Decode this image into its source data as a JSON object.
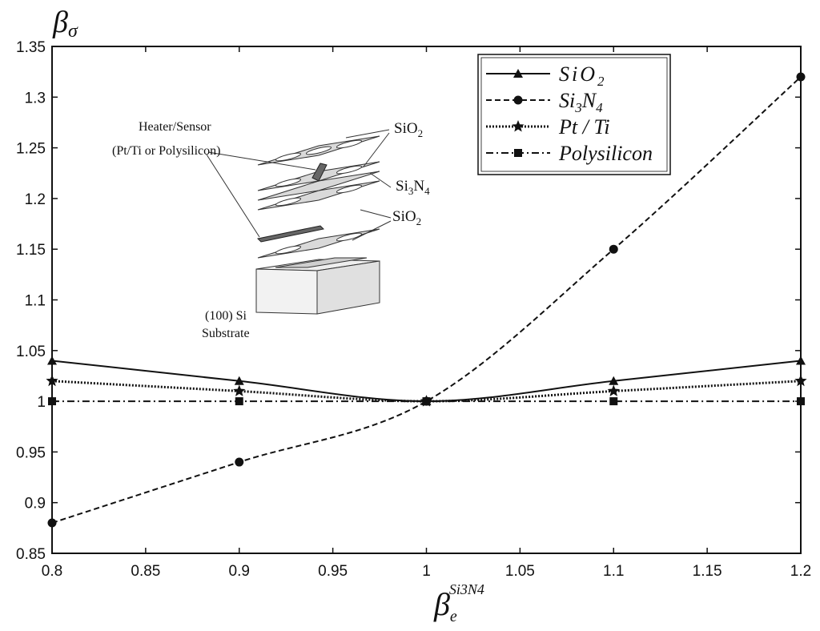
{
  "chart_data": {
    "type": "line",
    "xlabel": "β",
    "xlabel_superscript": "Si3N4",
    "xlabel_subscript": "e",
    "ylabel": "β",
    "ylabel_subscript": "σ",
    "xlim": [
      0.8,
      1.2
    ],
    "ylim": [
      0.85,
      1.35
    ],
    "xticks": [
      "0.8",
      "0.85",
      "0.9",
      "0.95",
      "1",
      "1.05",
      "1.1",
      "1.15",
      "1.2"
    ],
    "yticks": [
      "0.85",
      "0.9",
      "0.95",
      "1",
      "1.05",
      "1.1",
      "1.15",
      "1.2",
      "1.25",
      "1.3",
      "1.35"
    ],
    "grid": false,
    "legend_position": "top-right",
    "series": [
      {
        "name": "SiO2",
        "legend_main": "SiO",
        "legend_sub": "2",
        "style": "solid",
        "marker": "triangle",
        "x": [
          0.8,
          0.9,
          1.0,
          1.1,
          1.2
        ],
        "y": [
          1.04,
          1.02,
          1.0,
          1.02,
          1.04
        ]
      },
      {
        "name": "Si3N4",
        "legend_parts": [
          "Si",
          "3",
          "N",
          "4"
        ],
        "style": "dashed",
        "marker": "circle",
        "x": [
          0.8,
          0.9,
          1.0,
          1.1,
          1.2
        ],
        "y": [
          0.88,
          0.94,
          1.0,
          1.15,
          1.32
        ]
      },
      {
        "name": "Pt/Ti",
        "legend_main": "Pt / Ti",
        "style": "dotted",
        "marker": "star",
        "x": [
          0.8,
          0.9,
          1.0,
          1.1,
          1.2
        ],
        "y": [
          1.02,
          1.01,
          1.0,
          1.01,
          1.02
        ]
      },
      {
        "name": "Polysilicon",
        "legend_main": "Polysilicon",
        "style": "dashdot",
        "marker": "square",
        "x": [
          0.8,
          0.9,
          1.0,
          1.1,
          1.2
        ],
        "y": [
          1.0,
          1.0,
          1.0,
          1.0,
          1.0
        ]
      }
    ],
    "inset": {
      "heater_label_1": "Heater/Sensor",
      "heater_label_2": "(Pt/Ti or Polysilicon)",
      "sio2_top_main": "SiO",
      "sio2_top_sub": "2",
      "si3n4_main_1": "Si",
      "si3n4_sub_1": "3",
      "si3n4_main_2": "N",
      "si3n4_sub_2": "4",
      "sio2_bottom_main": "SiO",
      "sio2_bottom_sub": "2",
      "substrate_label_1": "(100) Si",
      "substrate_label_2": "Substrate"
    }
  }
}
